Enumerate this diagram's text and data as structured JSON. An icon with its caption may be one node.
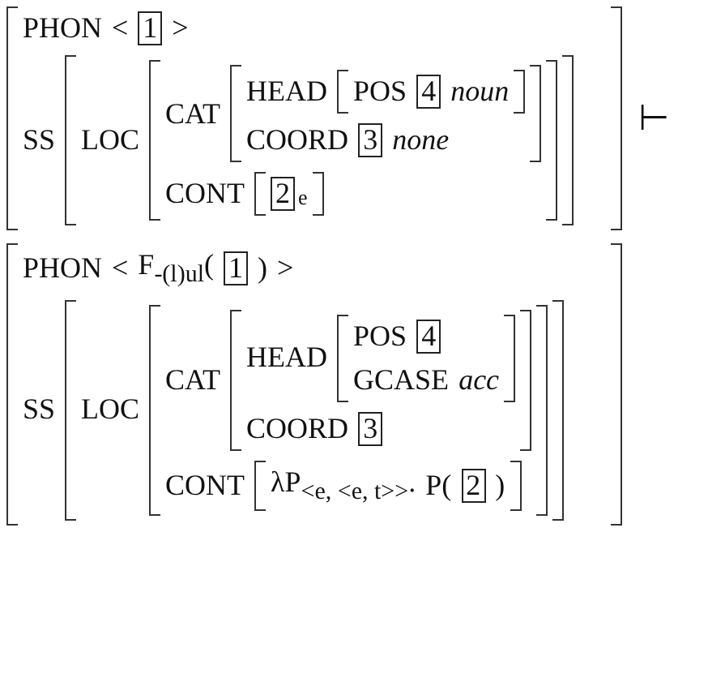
{
  "diagram": {
    "nodes": [
      {
        "text": [
          "PHON",
          "<",
          ">",
          "SS"
        ]
      },
      {
        "text": [
          "1"
        ],
        "in": 0
      },
      {
        "text": [
          "LOC"
        ],
        "in": 0
      },
      {
        "text": [
          "CAT",
          "CONT"
        ],
        "in": 2
      },
      {
        "text": [
          "HEAD",
          "COORD",
          "none"
        ],
        "in": 3
      },
      {
        "text": [
          "POS",
          "noun"
        ],
        "in": 4
      },
      {
        "text": [
          "4"
        ],
        "in": 5
      },
      {
        "text": [
          "3"
        ],
        "in": 4
      },
      {
        "text": [
          "e"
        ],
        "in": 3
      },
      {
        "text": [
          "2"
        ],
        "in": 8
      },
      {
        "text": [
          "PHON",
          "<",
          "F$_{-(l)ul}$(",
          ")",
          ">",
          "SS"
        ]
      },
      {
        "text": [
          "1"
        ],
        "in": 10
      },
      {
        "text": [
          "LOC"
        ],
        "in": 10
      },
      {
        "text": [
          "CAT",
          "CONT"
        ],
        "in": 12
      },
      {
        "text": [
          "HEAD",
          "COORD"
        ],
        "in": 13
      },
      {
        "text": [
          "POS",
          "GCASE",
          "acc"
        ],
        "in": 14
      },
      {
        "text": [
          "4"
        ],
        "in": 15
      },
      {
        "text": [
          "3"
        ],
        "in": 14
      },
      {
        "text": [
          "λP$_{<e, <e, t>>}$.",
          "P(",
          ")"
        ],
        "in": 13
      },
      {
        "text": [
          "2"
        ],
        "in": 18
      }
    ],
    "labels": [
      "⊢"
    ]
  }
}
